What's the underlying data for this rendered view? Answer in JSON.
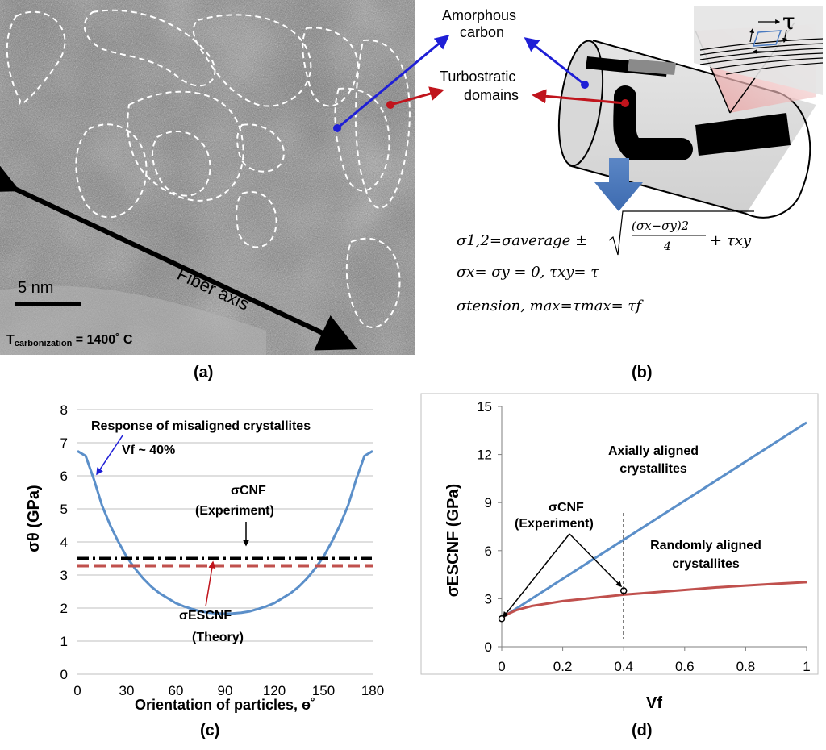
{
  "panels": {
    "a": {
      "caption": "(a)",
      "scale_bar": "5 nm",
      "fiber_axis": "Fiber axis",
      "temp_label_main": "T",
      "temp_label_sub": "carbonization",
      "temp_label_value": " = 1400˚ C"
    },
    "b": {
      "caption": "(b)",
      "label_amorphous_1": "Amorphous",
      "label_amorphous_2": "carbon",
      "label_turbo_1": "Turbostratic",
      "label_turbo_2": "domains",
      "tau": "τ",
      "eq1_lhs": "σ1,2=σaverage ±",
      "eq1_frac_num": "(σx−σy)2",
      "eq1_frac_den": "4",
      "eq1_tail": "+ τxy",
      "eq2": "σx= σy = 0, τxy= τ",
      "eq3": "σtension, max=τmax= τf"
    },
    "c": {
      "caption": "(c)",
      "annotation_response": "Response of misaligned crystallites",
      "annotation_vf": "Vf ~ 40%",
      "annotation_cnf_1": "σCNF",
      "annotation_cnf_2": "(Experiment)",
      "annotation_escnf_1": "σESCNF",
      "annotation_escnf_2": "(Theory)"
    },
    "d": {
      "caption": "(d)",
      "annotation_axial_1": "Axially aligned",
      "annotation_axial_2": "crystallites",
      "annotation_random_1": "Randomly aligned",
      "annotation_random_2": "crystallites",
      "annotation_cnf_1": "σCNF",
      "annotation_cnf_2": "(Experiment)"
    }
  },
  "chart_data": [
    {
      "type": "line",
      "panel": "c",
      "xlabel": "Orientation of particles, ɵ˚",
      "ylabel": "σθ (GPa)",
      "xlim": [
        0,
        180
      ],
      "ylim": [
        0,
        8
      ],
      "x_ticks": [
        0,
        30,
        60,
        90,
        120,
        150,
        180
      ],
      "y_ticks": [
        0,
        1,
        2,
        3,
        4,
        5,
        6,
        7,
        8
      ],
      "grid": "horizontal",
      "series": [
        {
          "color": "#5b8fc9",
          "style": "solid",
          "x": [
            0,
            5,
            10,
            15,
            20,
            25,
            30,
            35,
            40,
            45,
            50,
            55,
            60,
            65,
            70,
            75,
            80,
            85,
            90,
            95,
            100,
            105,
            110,
            115,
            120,
            125,
            130,
            135,
            140,
            145,
            150,
            155,
            160,
            165,
            170,
            175,
            180
          ],
          "y": [
            6.75,
            6.6,
            5.9,
            5.1,
            4.5,
            4.0,
            3.55,
            3.2,
            2.9,
            2.65,
            2.45,
            2.3,
            2.15,
            2.05,
            1.97,
            1.9,
            1.86,
            1.84,
            1.83,
            1.84,
            1.86,
            1.9,
            1.97,
            2.05,
            2.15,
            2.3,
            2.45,
            2.65,
            2.9,
            3.2,
            3.55,
            4.0,
            4.5,
            5.1,
            5.9,
            6.6,
            6.75
          ]
        },
        {
          "color": "#000000",
          "style": "dashdot",
          "x": [
            0,
            180
          ],
          "y": [
            3.5,
            3.5
          ]
        },
        {
          "color": "#c0504d",
          "style": "dashed",
          "x": [
            0,
            180
          ],
          "y": [
            3.28,
            3.28
          ]
        }
      ]
    },
    {
      "type": "line",
      "panel": "d",
      "xlabel": "Vf",
      "ylabel": "σESCNF (GPa)",
      "xlim": [
        0,
        1
      ],
      "ylim": [
        0,
        15
      ],
      "x_ticks": [
        0,
        0.2,
        0.4,
        0.6,
        0.8,
        1
      ],
      "y_ticks": [
        0,
        3,
        6,
        9,
        12,
        15
      ],
      "grid": "none",
      "series": [
        {
          "color": "#5b8fc9",
          "style": "solid",
          "x": [
            0,
            1
          ],
          "y": [
            1.8,
            14.0
          ]
        },
        {
          "color": "#c0504d",
          "style": "solid",
          "x": [
            0,
            0.02,
            0.05,
            0.1,
            0.15,
            0.2,
            0.3,
            0.4,
            0.5,
            0.6,
            0.7,
            0.8,
            0.9,
            1.0
          ],
          "y": [
            1.8,
            2.05,
            2.3,
            2.55,
            2.7,
            2.85,
            3.05,
            3.25,
            3.4,
            3.55,
            3.7,
            3.82,
            3.93,
            4.03
          ]
        }
      ],
      "markers": [
        {
          "x": 0,
          "y": 1.75
        },
        {
          "x": 0.4,
          "y": 3.5
        }
      ]
    }
  ]
}
